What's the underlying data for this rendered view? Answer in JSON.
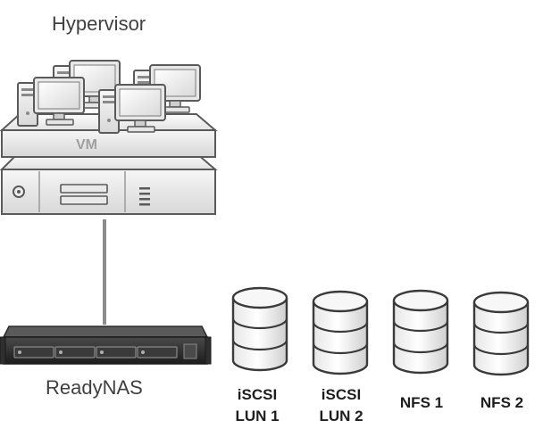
{
  "labels": {
    "hypervisor": "Hypervisor",
    "vm": "VM",
    "readynas": "ReadyNAS"
  },
  "storage": [
    {
      "line1": "iSCSI",
      "line2": "LUN 1"
    },
    {
      "line1": "iSCSI",
      "line2": "LUN 2"
    },
    {
      "line1": "NFS 1",
      "line2": ""
    },
    {
      "line1": "NFS 2",
      "line2": ""
    }
  ],
  "icons": [
    "desktop-computer-icon",
    "server-icon",
    "nas-rack-icon",
    "database-icon"
  ],
  "colors": {
    "outline": "#5a5a5a",
    "fill_light": "#f2f2f2",
    "fill_mid": "#dcdcdc",
    "connector": "#8c8c8c",
    "nas_dark": "#2b2b2b"
  }
}
